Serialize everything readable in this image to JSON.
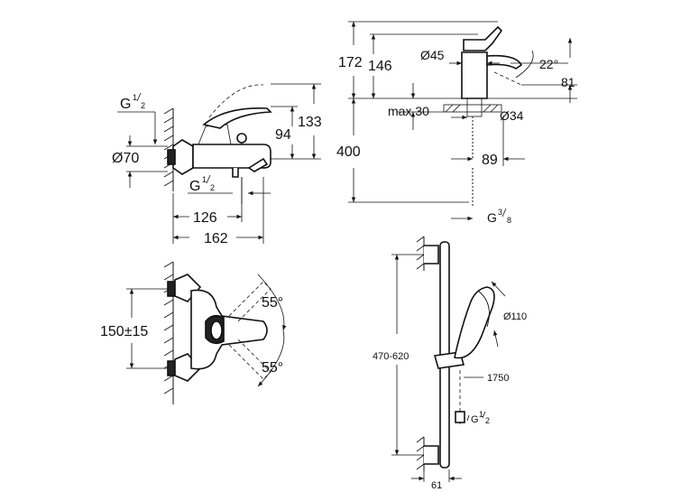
{
  "labels": {
    "g12_top": "G",
    "g12_top_frac_num": "1",
    "g12_top_frac_den": "2",
    "d70": "Ø70",
    "g12_bottom": "G",
    "g12_bottom_frac_num": "1",
    "g12_bottom_frac_den": "2",
    "dim94": "94",
    "dim133": "133",
    "dim126": "126",
    "dim162": "162",
    "dim172": "172",
    "dim146": "146",
    "d45": "Ø45",
    "angle22": "22°",
    "dim81": "81",
    "max30": "max.30",
    "d34": "Ø34",
    "dim400": "400",
    "dim89": "89",
    "g38": "G",
    "g38_frac_num": "3",
    "g38_frac_den": "8",
    "dim150": "150±15",
    "angle55_top": "55°",
    "angle55_bottom": "55°",
    "dim470": "470-620",
    "d110": "Ø110",
    "dim1750": "1750",
    "g12_rail": "G",
    "g12_rail_frac_num": "1",
    "g12_rail_frac_den": "2",
    "dim61": "61"
  }
}
